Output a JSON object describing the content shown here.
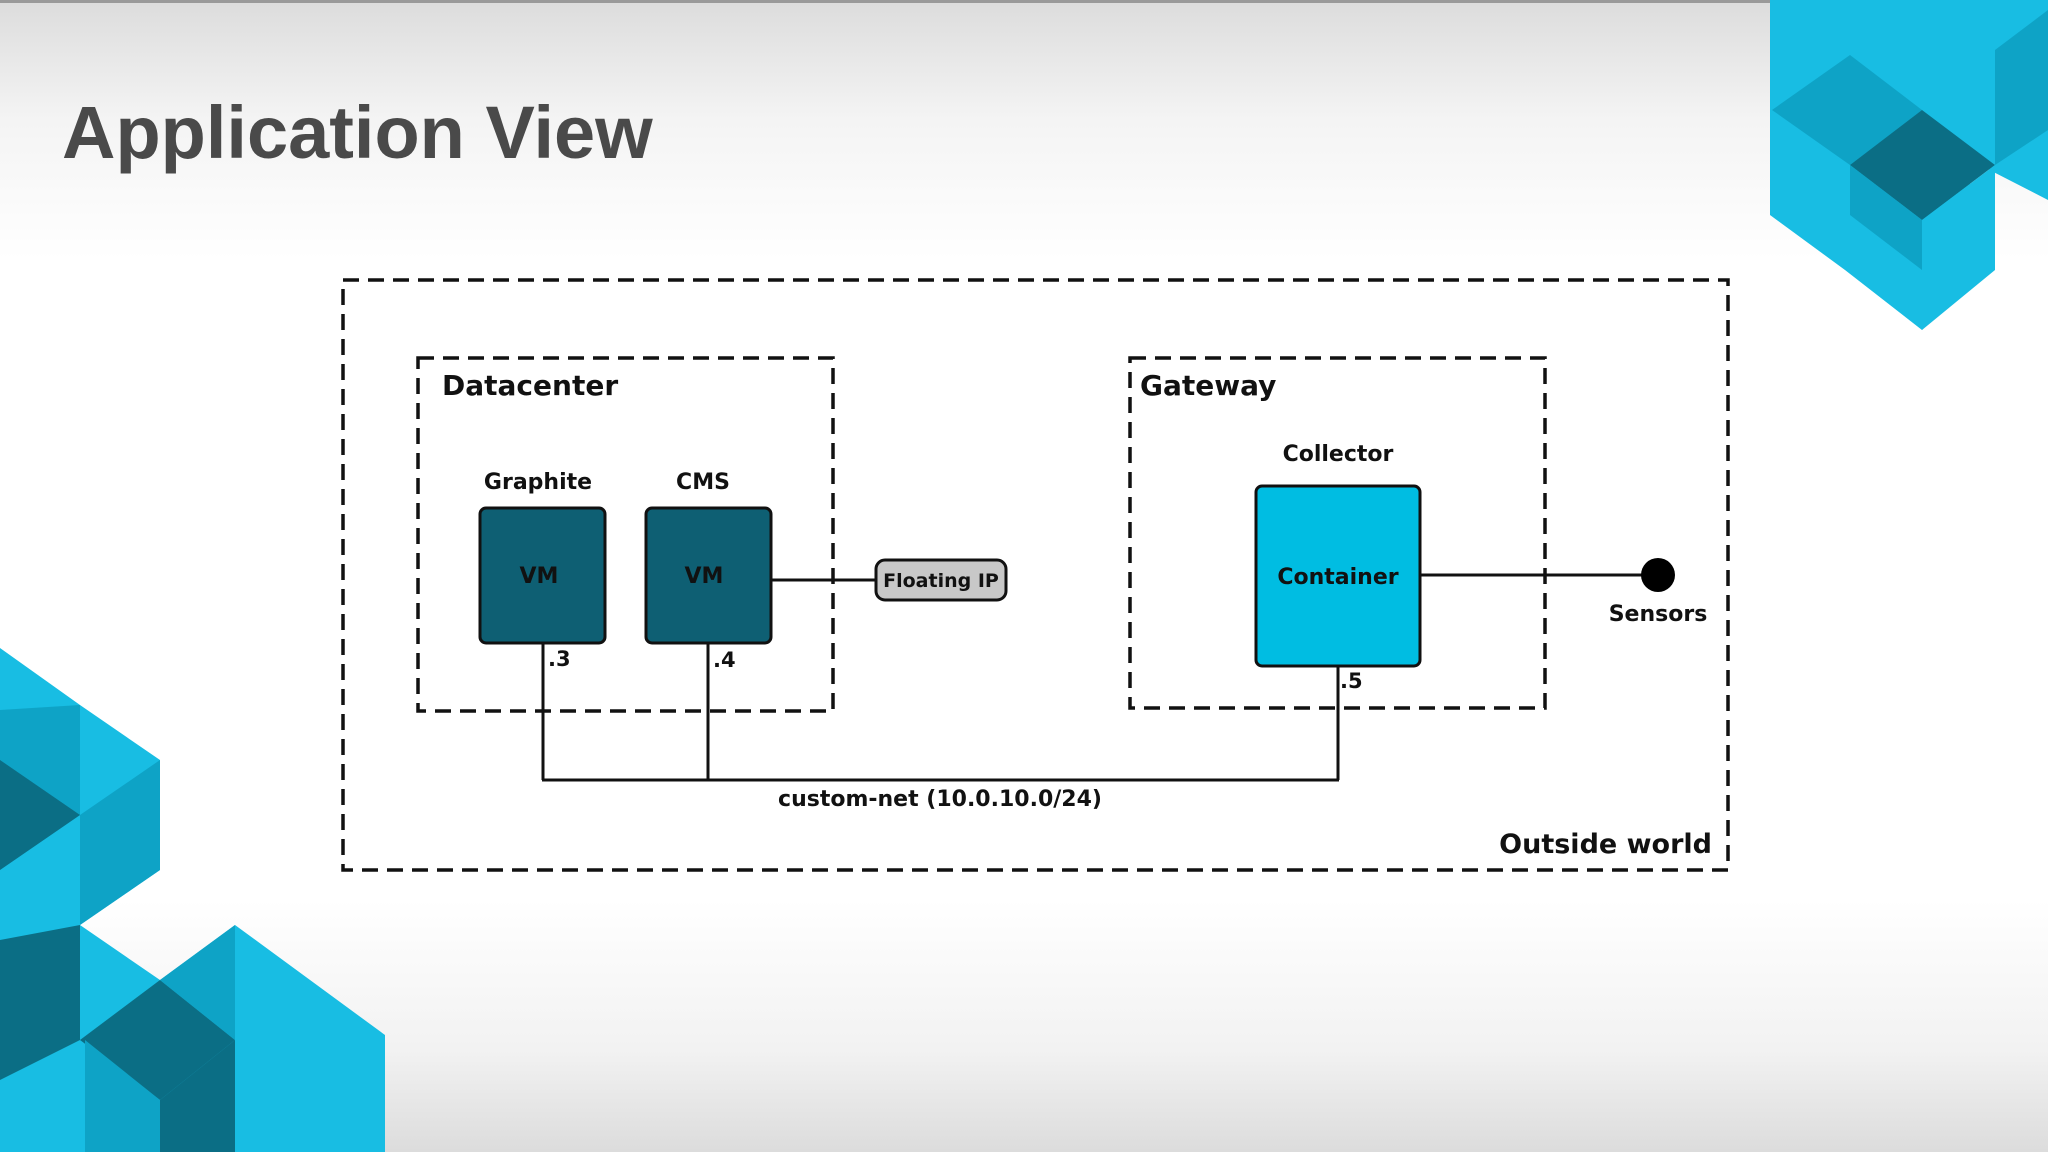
{
  "slide": {
    "title": "Application View"
  },
  "diagram": {
    "outer_zone": "Outside world",
    "datacenter": {
      "label": "Datacenter",
      "nodes": [
        {
          "name": "Graphite",
          "kind": "VM",
          "ip": ".3"
        },
        {
          "name": "CMS",
          "kind": "VM",
          "ip": ".4"
        }
      ]
    },
    "floating_ip": "Floating IP",
    "gateway": {
      "label": "Gateway",
      "collector": {
        "name": "Collector",
        "kind": "Container",
        "ip": ".5"
      }
    },
    "sensors": "Sensors",
    "network": "custom-net (10.0.10.0/24)"
  },
  "colors": {
    "vm_fill": "#0e5f73",
    "container_fill": "#00bde2",
    "floating_ip_fill": "#c8c8c8",
    "accent_light": "#18bde3",
    "accent_mid": "#0ea3c6",
    "accent_dark": "#0b6e85",
    "title_text": "#4a4a4a"
  },
  "icons": {
    "decor_top_right": "hexagon-cubes",
    "decor_bottom_left": "hexagon-cubes",
    "sensors_marker": "filled-circle"
  }
}
